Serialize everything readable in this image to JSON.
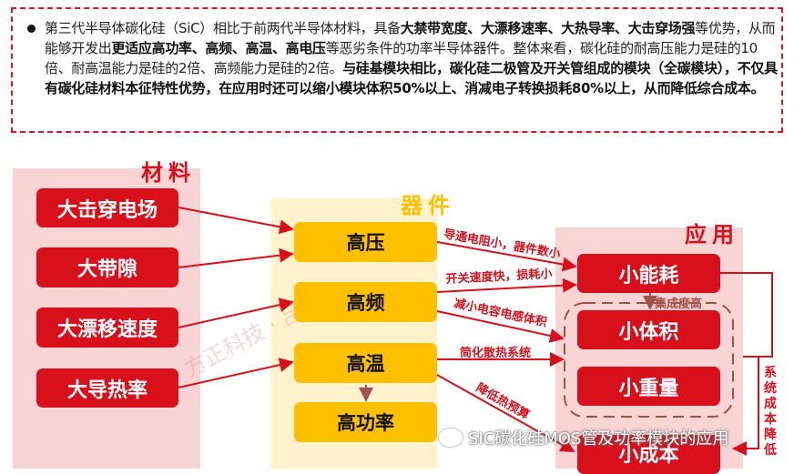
{
  "intro": {
    "segments": [
      {
        "t": "第三代半导体碳化硅（SiC）相比于前两代半导体材料，具备",
        "b": false
      },
      {
        "t": "大禁带宽度、大漂移速率、大热导率、大击穿场强",
        "b": true
      },
      {
        "t": "等优势，从而能够开发出",
        "b": false
      },
      {
        "t": "更适应高功率、高频、高温、高电压",
        "b": true
      },
      {
        "t": "等恶劣条件的功率半导体器件。整体来看，碳化硅的耐高压能力是硅的10倍、耐高温能力是硅的2倍、高频能力是硅的2倍。",
        "b": false
      },
      {
        "t": "与硅基模块相比，碳化硅二极管及开关管组成的模块（全碳模块），不仅具有碳化硅材料本征特性优势，在应用时还可以缩小模块体积50%以上、消减电子转换损耗80%以上，从而降低综合成本。",
        "b": true
      }
    ]
  },
  "materials": {
    "title": "材料",
    "items": [
      "大击穿电场",
      "大带隙",
      "大漂移速度",
      "大导热率"
    ]
  },
  "devices": {
    "title": "器件",
    "items": [
      "高压",
      "高频",
      "高温",
      "高功率"
    ]
  },
  "applications": {
    "title": "应用",
    "items": [
      "小能耗",
      "小体积",
      "小重量",
      "小成本"
    ]
  },
  "labels": {
    "l1": "导通电阻小，器件数小",
    "l2": "开关速度快，损耗小",
    "l3": "减小电容电感体积",
    "l4": "简化散热系统",
    "l5": "降低热预算",
    "integration": "集成度高",
    "system_cost": "系统成本降低"
  },
  "watermark": "方正科技 · 吕卓阳",
  "caption": "SIC碳化硅MOS管及功率模块的应用",
  "colors": {
    "red": "#d7101c",
    "yellow": "#ffc000",
    "pink_panel": "#f9d4d4",
    "yellow_panel": "#fff2cc"
  }
}
